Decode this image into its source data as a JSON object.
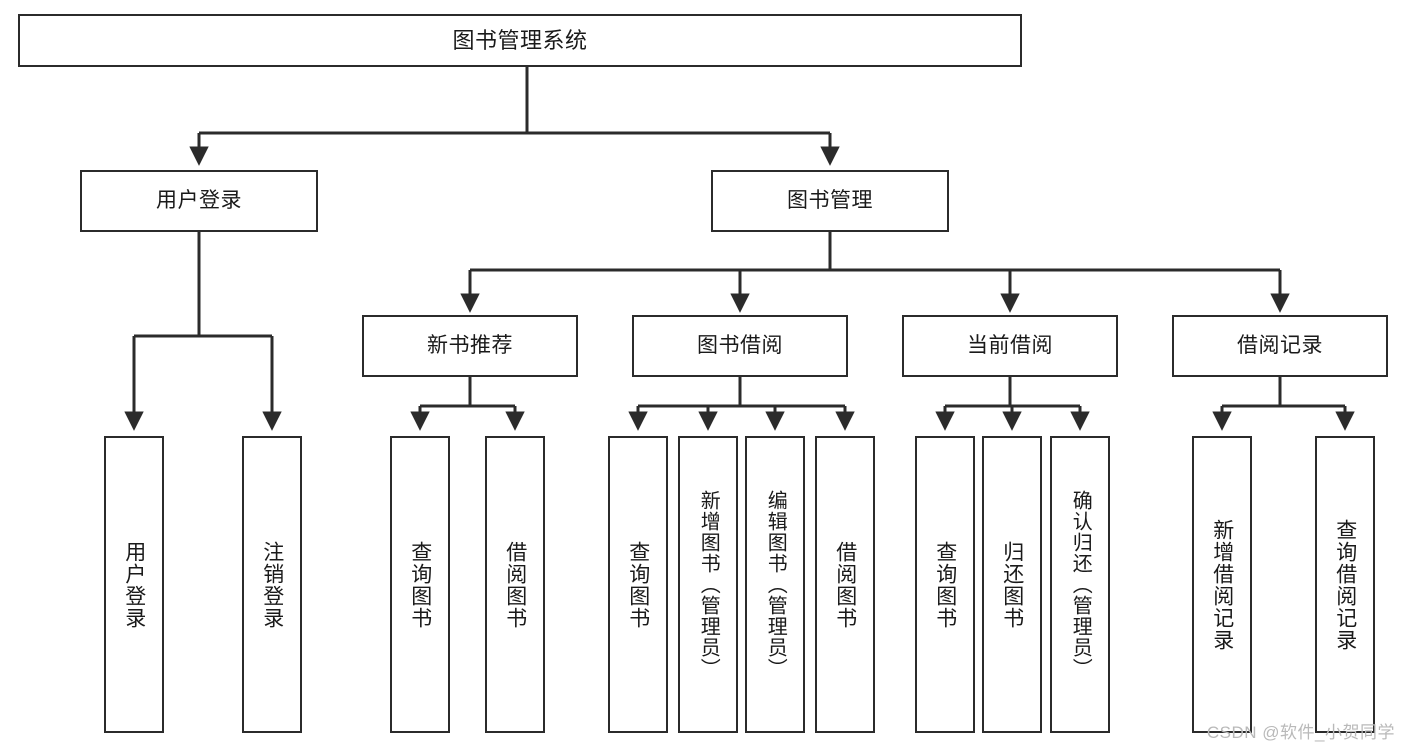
{
  "diagram": {
    "type": "tree-hierarchy-chart",
    "title": "图书管理系统",
    "root": {
      "id": "root",
      "label": "图书管理系统"
    },
    "level2": [
      {
        "id": "user-login",
        "label": "用户登录"
      },
      {
        "id": "book-manage",
        "label": "图书管理"
      }
    ],
    "level3": [
      {
        "id": "new-book-recommend",
        "label": "新书推荐",
        "parent": "book-manage"
      },
      {
        "id": "book-borrow",
        "label": "图书借阅",
        "parent": "book-manage"
      },
      {
        "id": "current-borrow",
        "label": "当前借阅",
        "parent": "book-manage"
      },
      {
        "id": "borrow-record",
        "label": "借阅记录",
        "parent": "book-manage"
      }
    ],
    "leaves": [
      {
        "id": "leaf-user-login",
        "label": "用户登录",
        "parent": "user-login"
      },
      {
        "id": "leaf-user-logout",
        "label": "注销登录",
        "parent": "user-login"
      },
      {
        "id": "leaf-query-book-1",
        "label": "查询图书",
        "parent": "new-book-recommend"
      },
      {
        "id": "leaf-borrow-book-1",
        "label": "借阅图书",
        "parent": "new-book-recommend"
      },
      {
        "id": "leaf-query-book-2",
        "label": "查询图书",
        "parent": "book-borrow"
      },
      {
        "id": "leaf-add-book",
        "label": "新增图书（管理员）",
        "parent": "book-borrow"
      },
      {
        "id": "leaf-edit-book",
        "label": "编辑图书（管理员）",
        "parent": "book-borrow"
      },
      {
        "id": "leaf-borrow-book-2",
        "label": "借阅图书",
        "parent": "book-borrow"
      },
      {
        "id": "leaf-query-book-3",
        "label": "查询图书",
        "parent": "current-borrow"
      },
      {
        "id": "leaf-return-book",
        "label": "归还图书",
        "parent": "current-borrow"
      },
      {
        "id": "leaf-confirm-return",
        "label": "确认归还（管理员）",
        "parent": "current-borrow"
      },
      {
        "id": "leaf-add-record",
        "label": "新增借阅记录",
        "parent": "borrow-record"
      },
      {
        "id": "leaf-query-record",
        "label": "查询借阅记录",
        "parent": "borrow-record"
      }
    ],
    "colors": {
      "stroke": "#2b2b2b",
      "background": "#ffffff",
      "text": "#1a1a1a",
      "watermark": "#b9b9b9"
    }
  },
  "watermark": {
    "text": "CSDN @软件_小贺同学"
  }
}
